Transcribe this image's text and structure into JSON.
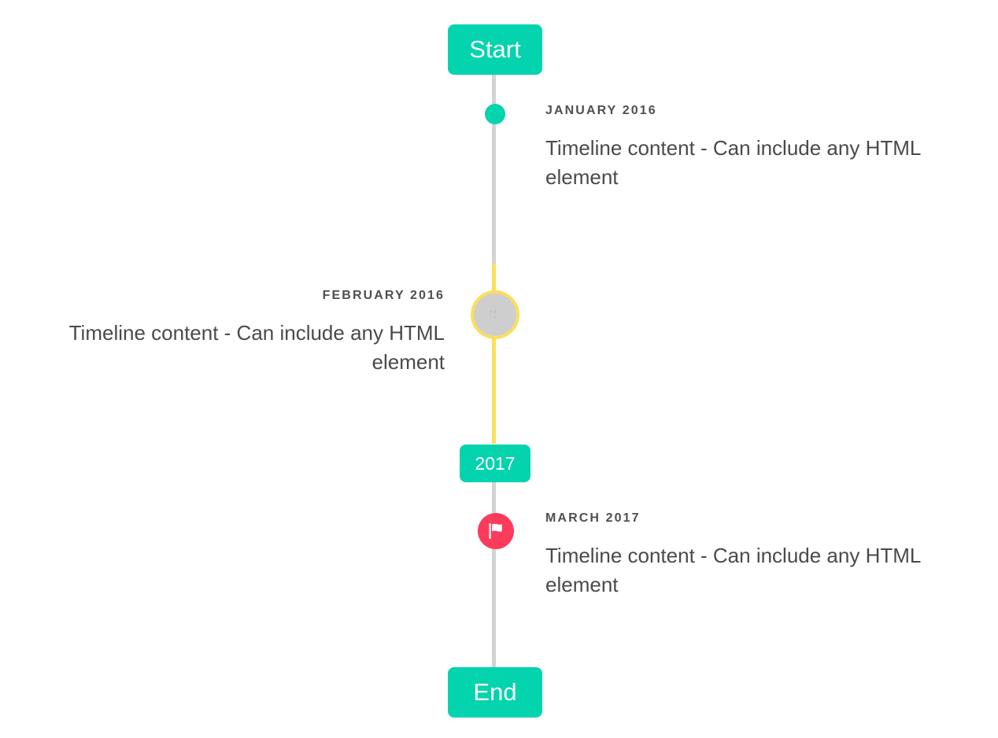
{
  "colors": {
    "accent_teal": "#03d4ad",
    "line_gray": "#d3d3d3",
    "line_yellow": "#fbdf5c",
    "marker_gray": "#cecece",
    "marker_pink": "#fb3b5c",
    "text_dark": "#4a4a4a",
    "text_date": "#4f4f4f",
    "badge_text": "#ffffff",
    "background": "#ffffff"
  },
  "badges": {
    "start": "Start",
    "year": "2017",
    "end": "End"
  },
  "entries": [
    {
      "date": "JANUARY 2016",
      "body": "Timeline content - Can include any HTML element",
      "side": "right",
      "marker": "teal-dot-icon"
    },
    {
      "date": "FEBRUARY 2016",
      "body": "Timeline content - Can include any HTML element",
      "side": "left",
      "marker": "gray-ring-icon"
    },
    {
      "date": "MARCH 2017",
      "body": "Timeline content - Can include any HTML element",
      "side": "right",
      "marker": "flag-icon"
    }
  ]
}
